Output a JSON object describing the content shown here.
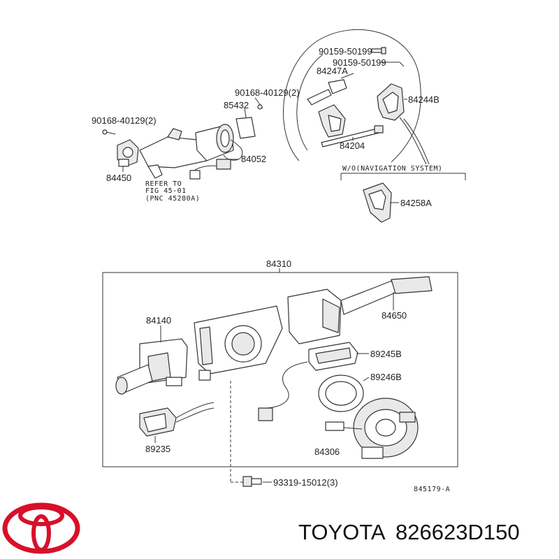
{
  "diagram": {
    "parts": {
      "p90159a": "90159-50199",
      "p90159b": "90159-50199",
      "p84247A": "84247A",
      "p90168b": "90168-40129(2)",
      "p85432": "85432",
      "p90168a": "90168-40129(2)",
      "p84244B": "84244B",
      "p84204": "84204",
      "p84052": "84052",
      "p84450": "84450",
      "p84258A": "84258A",
      "p84310": "84310",
      "p84140": "84140",
      "p84650": "84650",
      "p89245B": "89245B",
      "p89246B": "89246B",
      "p89235": "89235",
      "p84306": "84306",
      "p93319": "93319-15012(3)"
    },
    "refer": {
      "line1": "REFER TO",
      "line2": "FIG 45-01",
      "line3": "(PNC 45280A)"
    },
    "nav_note": "W/O(NAVIGATION SYSTEM)",
    "figure_code": "845179-A"
  },
  "footer": {
    "brand": "TOYOTA",
    "part_number": "826623D150",
    "logo_color": "#d8102a"
  }
}
